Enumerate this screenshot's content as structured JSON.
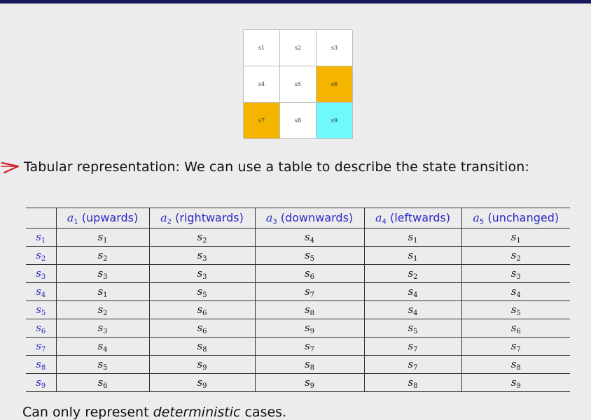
{
  "grid": {
    "cells": [
      {
        "label": "s1",
        "color": "#ffffff"
      },
      {
        "label": "s2",
        "color": "#ffffff"
      },
      {
        "label": "s3",
        "color": "#ffffff"
      },
      {
        "label": "s4",
        "color": "#ffffff"
      },
      {
        "label": "s5",
        "color": "#ffffff"
      },
      {
        "label": "s6",
        "color": "#f5b400"
      },
      {
        "label": "s7",
        "color": "#f5b400"
      },
      {
        "label": "s8",
        "color": "#ffffff"
      },
      {
        "label": "s9",
        "color": "#6ff9fb"
      }
    ]
  },
  "bullet": {
    "text": "Tabular representation: We can use a table to describe the state transition:",
    "arrow_color": "#d21f2b"
  },
  "table": {
    "columns": [
      {
        "var": "a",
        "sub": "1",
        "label": "(upwards)"
      },
      {
        "var": "a",
        "sub": "2",
        "label": "(rightwards)"
      },
      {
        "var": "a",
        "sub": "3",
        "label": "(downwards)"
      },
      {
        "var": "a",
        "sub": "4",
        "label": "(leftwards)"
      },
      {
        "var": "a",
        "sub": "5",
        "label": "(unchanged)"
      }
    ],
    "rows": [
      {
        "state": "1",
        "next": [
          "1",
          "2",
          "4",
          "1",
          "1"
        ]
      },
      {
        "state": "2",
        "next": [
          "2",
          "3",
          "5",
          "1",
          "2"
        ]
      },
      {
        "state": "3",
        "next": [
          "3",
          "3",
          "6",
          "2",
          "3"
        ]
      },
      {
        "state": "4",
        "next": [
          "1",
          "5",
          "7",
          "4",
          "4"
        ]
      },
      {
        "state": "5",
        "next": [
          "2",
          "6",
          "8",
          "4",
          "5"
        ]
      },
      {
        "state": "6",
        "next": [
          "3",
          "6",
          "9",
          "5",
          "6"
        ]
      },
      {
        "state": "7",
        "next": [
          "4",
          "8",
          "7",
          "7",
          "7"
        ]
      },
      {
        "state": "8",
        "next": [
          "5",
          "9",
          "8",
          "7",
          "8"
        ]
      },
      {
        "state": "9",
        "next": [
          "6",
          "9",
          "9",
          "8",
          "9"
        ]
      }
    ],
    "header_color": "#2b2bc4"
  },
  "footer": {
    "prefix": "Can only represent ",
    "emph": "deterministic",
    "suffix": " cases."
  }
}
